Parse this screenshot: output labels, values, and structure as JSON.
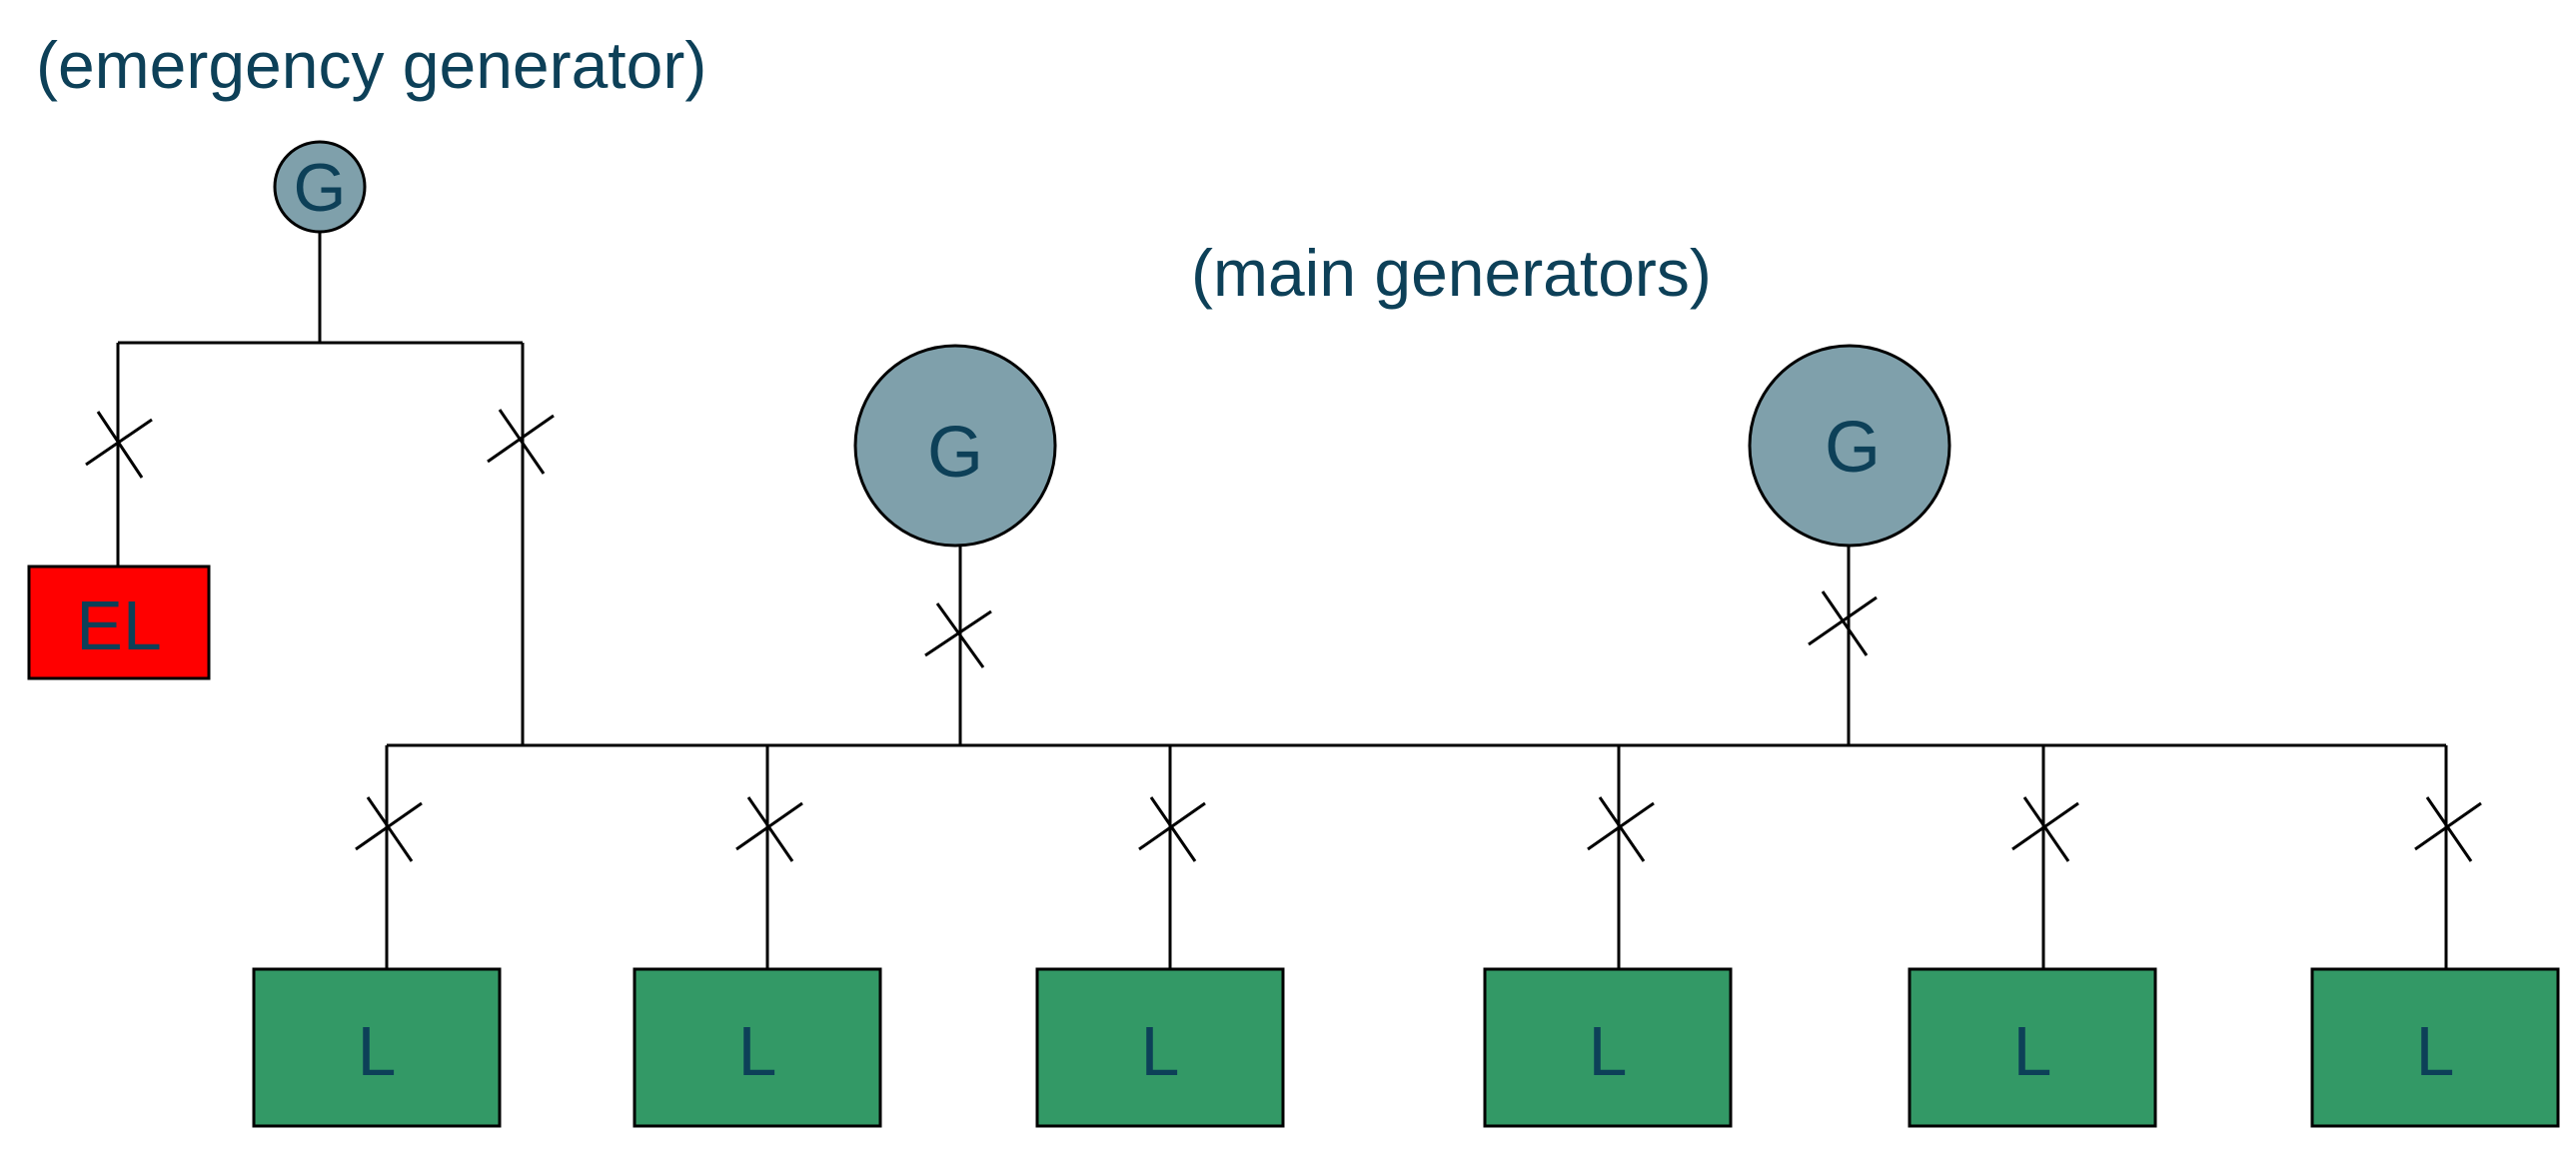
{
  "labels": {
    "emergency": "(emergency generator)",
    "main": "(main generators)"
  },
  "emergency_generator": {
    "symbol": "G",
    "load_label": "EL"
  },
  "main_generators": [
    {
      "symbol": "G"
    },
    {
      "symbol": "G"
    }
  ],
  "loads": [
    {
      "label": "L"
    },
    {
      "label": "L"
    },
    {
      "label": "L"
    },
    {
      "label": "L"
    },
    {
      "label": "L"
    },
    {
      "label": "L"
    }
  ],
  "colors": {
    "text": "#0d4058",
    "generator_fill": "#7fa0ab",
    "emergency_load_fill": "#ff0000",
    "load_fill": "#339966",
    "line": "#000000"
  }
}
